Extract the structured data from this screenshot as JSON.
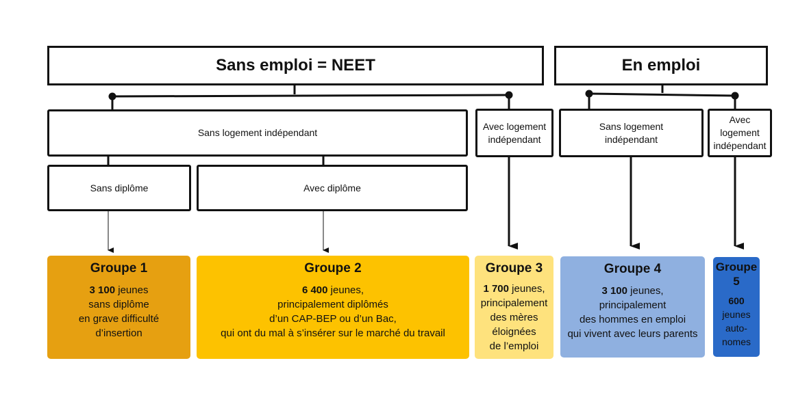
{
  "headers": {
    "neet": "Sans emploi = NEET",
    "employed": "En emploi"
  },
  "boxes": {
    "neet_no_housing": "Sans logement indépendant",
    "no_diploma": "Sans diplôme",
    "with_diploma": "Avec diplôme",
    "neet_with_housing": "Avec logement indépendant",
    "emp_no_housing": "Sans logement indépendant",
    "emp_with_housing": "Avec logement indépendant"
  },
  "groups": [
    {
      "title": "Groupe 1",
      "count": "3 100",
      "unit": "jeunes",
      "lines": [
        "sans diplôme",
        "en grave difficulté",
        "d’insertion"
      ],
      "color": "#E6A011"
    },
    {
      "title": "Groupe 2",
      "count": "6 400",
      "unit": "jeunes,",
      "lines": [
        "principalement diplômés",
        "d’un CAP-BEP ou d’un Bac,",
        "qui ont du mal à s’insérer sur le marché du travail"
      ],
      "color": "#FDC200"
    },
    {
      "title": "Groupe 3",
      "count": "1 700",
      "unit": "jeunes,",
      "lines": [
        "principalement",
        "des mères",
        "éloignées",
        "de l’emploi"
      ],
      "color": "#FEE27D"
    },
    {
      "title": "Groupe 4",
      "count": "3 100",
      "unit": "jeunes,",
      "lines": [
        "principalement",
        "des hommes en emploi",
        "qui vivent avec leurs parents"
      ],
      "color": "#8FB0E0"
    },
    {
      "title": "Groupe 5",
      "count": "600",
      "unit": "jeunes",
      "lines": [
        "auto-",
        "nomes"
      ],
      "color": "#2A6AC8"
    }
  ]
}
